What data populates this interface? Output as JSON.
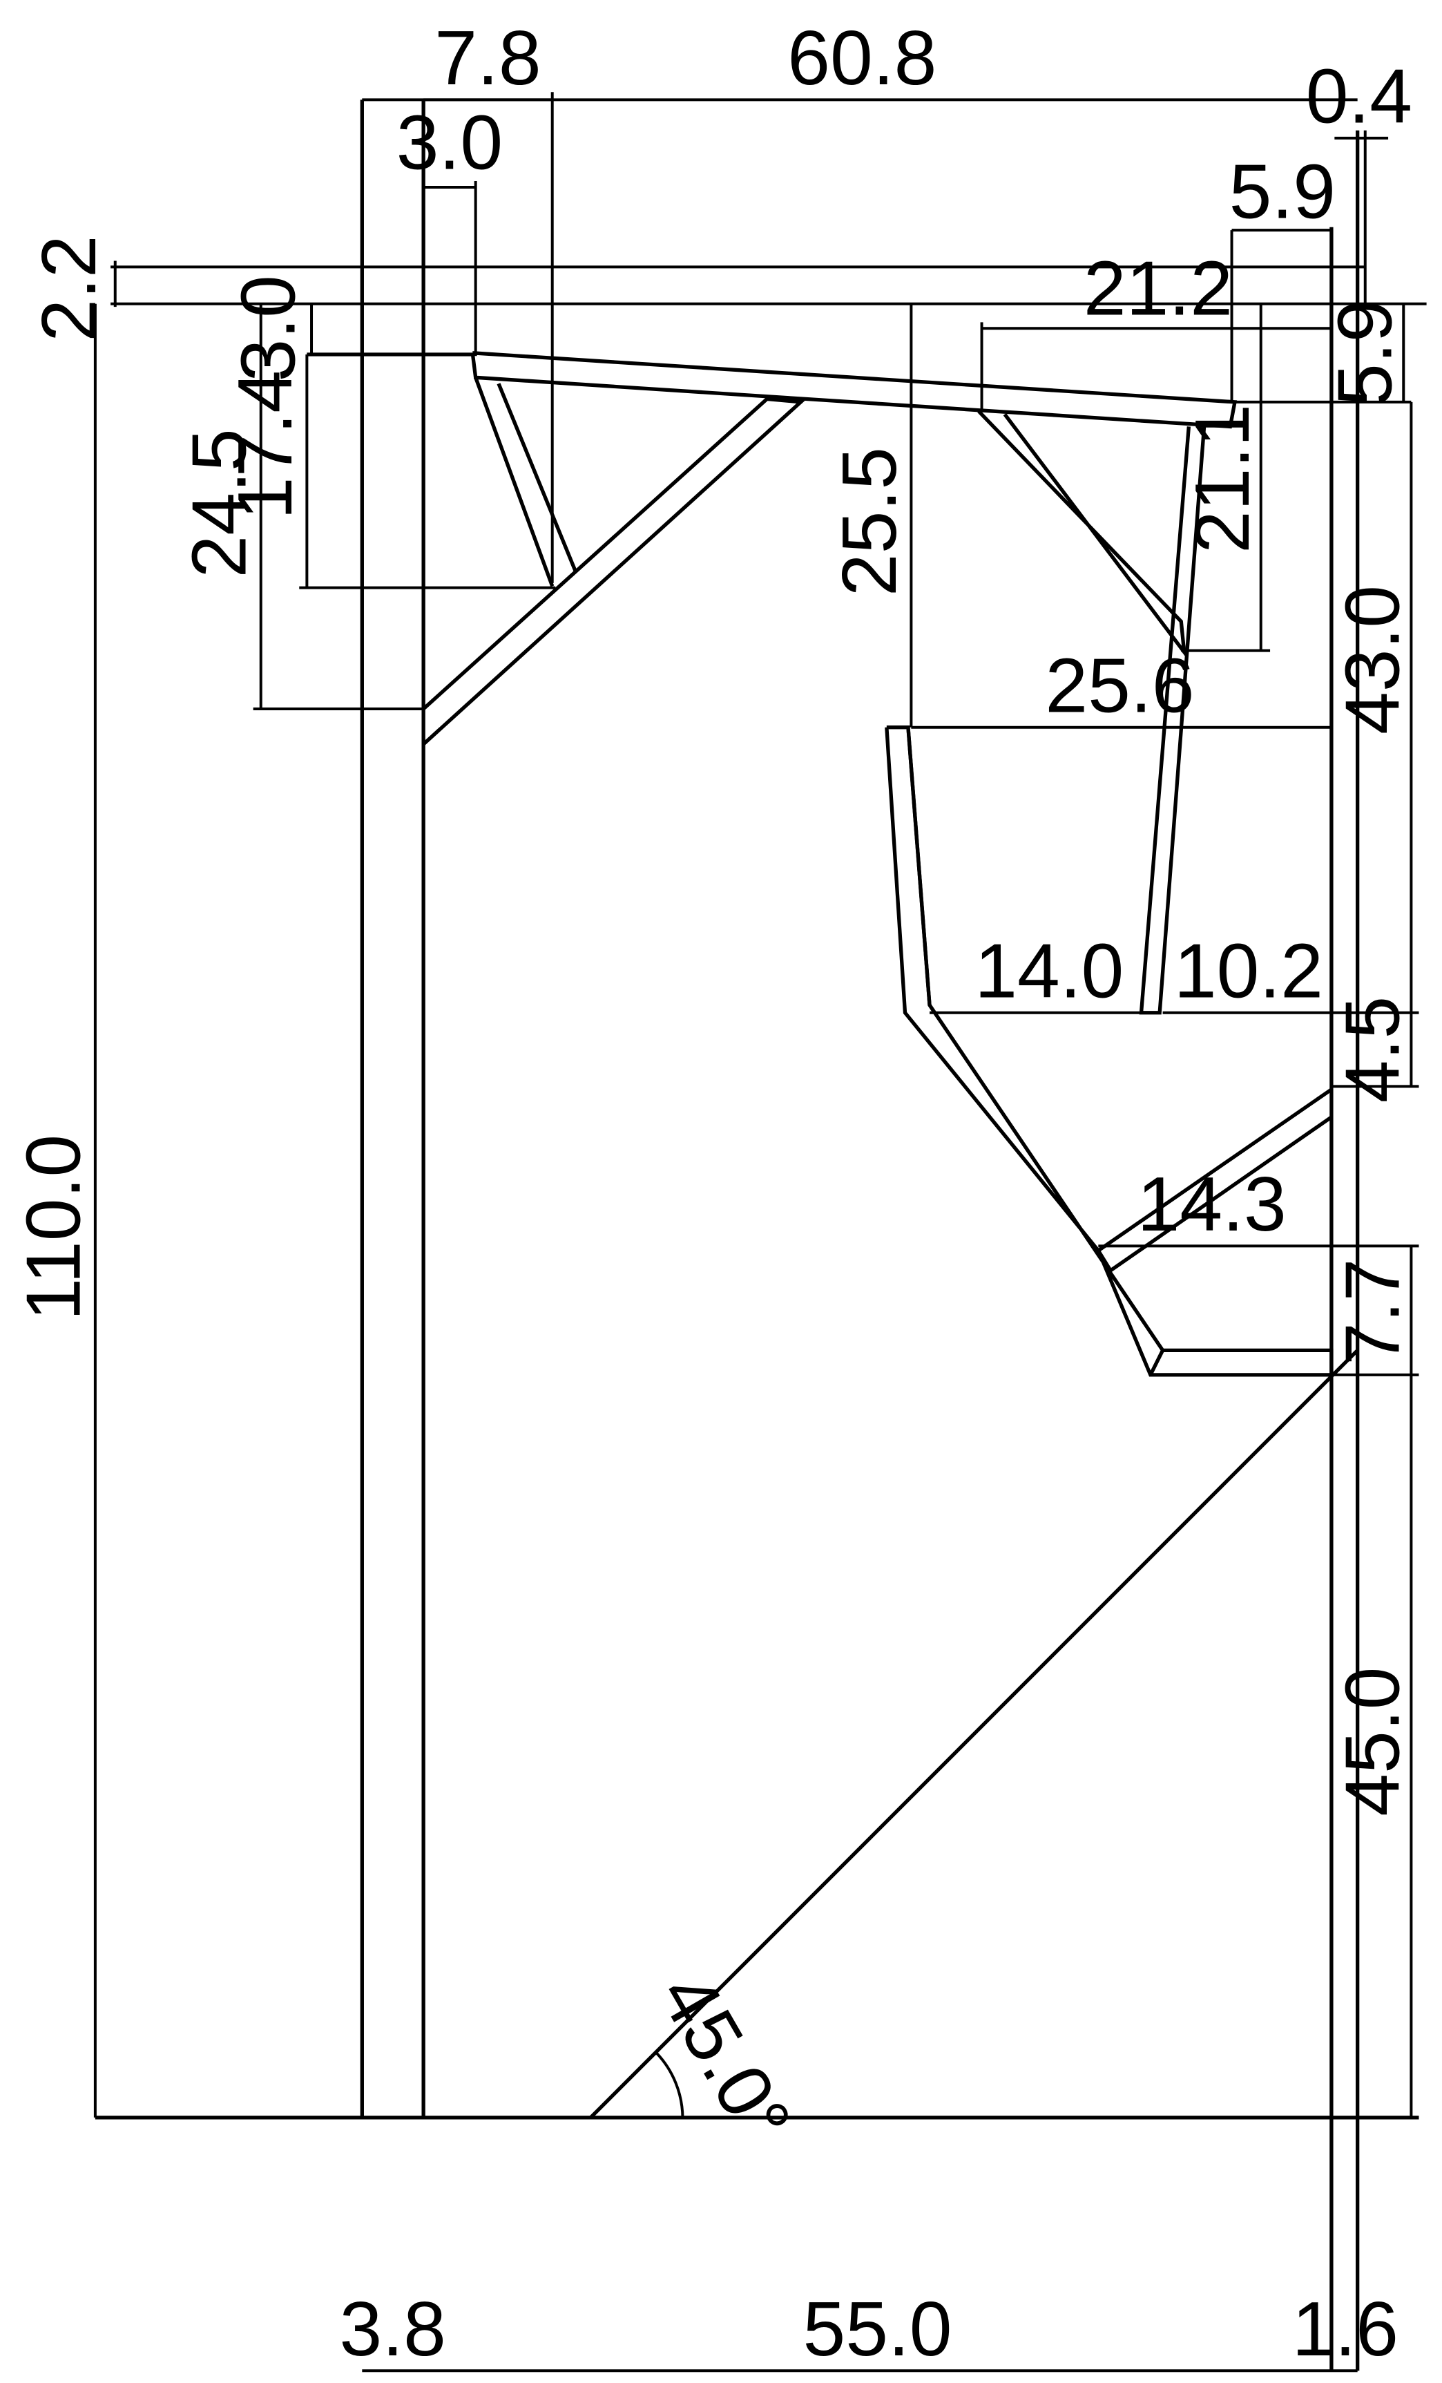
{
  "dimensions": {
    "top_width_7_8": "7.8",
    "top_width_60_8": "60.8",
    "top_gap_0_4": "0.4",
    "inset_3_0": "3.0",
    "right_offset_5_9": "5.9",
    "left_height_2_2": "2.2",
    "left_height_3_0": "3.0",
    "left_height_17_4": "17.4",
    "left_height_24_5": "24.5",
    "right_span_21_2": "21.2",
    "right_height_5_9": "5.9",
    "vertical_25_5": "25.5",
    "vertical_21_1": "21.1",
    "horizontal_25_6": "25.6",
    "right_height_43_0": "43.0",
    "horizontal_14_0": "14.0",
    "horizontal_10_2": "10.2",
    "right_height_4_5": "4.5",
    "horizontal_14_3": "14.3",
    "right_height_7_7": "7.7",
    "overall_height_110_0": "110.0",
    "right_height_45_0": "45.0",
    "angle_45": "45.0°",
    "bottom_3_8": "3.8",
    "bottom_55_0": "55.0",
    "bottom_1_6": "1.6"
  }
}
